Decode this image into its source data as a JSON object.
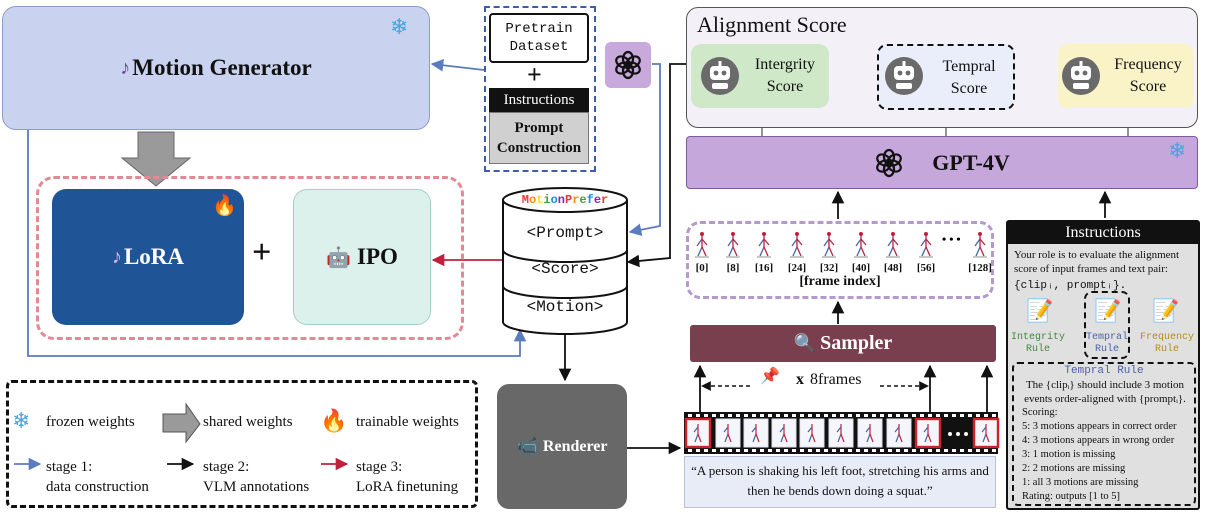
{
  "motion_generator": {
    "label": "Motion Generator"
  },
  "lora": {
    "label": "LoRA"
  },
  "ipo": {
    "label": "IPO"
  },
  "plus": "+",
  "pretrain": {
    "line1": "Pretrain",
    "line2": "Dataset"
  },
  "instructions_small": {
    "header": "Instructions",
    "body_line1": "Prompt",
    "body_line2": "Construction"
  },
  "database": {
    "title": "MotionPrefer",
    "title_letters": [
      "M",
      "o",
      "t",
      "i",
      "o",
      "n",
      "P",
      "r",
      "e",
      "f",
      "e",
      "r"
    ],
    "title_colors": [
      "#e53935",
      "#fb8c00",
      "#fdd835",
      "#43a047",
      "#1e88e5",
      "#8e24aa",
      "#e53935",
      "#fb8c00",
      "#43a047",
      "#1e88e5",
      "#8e24aa",
      "#e53935"
    ],
    "rows": [
      "<Prompt>",
      "<Score>",
      "<Motion>"
    ]
  },
  "alignment_score": {
    "title": "Alignment Score",
    "scores": [
      {
        "line1": "Intergrity",
        "line2": "Score"
      },
      {
        "line1": "Tempral",
        "line2": "Score"
      },
      {
        "line1": "Frequency",
        "line2": "Score"
      }
    ]
  },
  "gpt4v": {
    "label": "GPT-4V"
  },
  "frames": {
    "indices": [
      "[0]",
      "[8]",
      "[16]",
      "[24]",
      "[32]",
      "[40]",
      "[48]",
      "[56]",
      "[128]"
    ],
    "ellipsis": "• • •",
    "caption": "[frame index]"
  },
  "sampler": {
    "label": "Sampler"
  },
  "sample_count": {
    "x": "x",
    "label": "8frames"
  },
  "renderer": {
    "label": "Renderer"
  },
  "caption": {
    "text": "“A person is shaking his left foot, stretching his arms and then he bends down doing a squat.”"
  },
  "legend": {
    "frozen": "frozen weights",
    "shared": "shared weights",
    "trainable": "trainable weights",
    "stage1_line1": "stage 1:",
    "stage1_line2": "data construction",
    "stage2_line1": "stage 2:",
    "stage2_line2": "VLM annotations",
    "stage3_line1": "stage 3:",
    "stage3_line2": "LoRA finetuning"
  },
  "instructions_panel": {
    "header": "Instructions",
    "text": "Your role is to evaluate the alignment score of input frames and text pair:",
    "format": "{clipᵢ, promptᵢ}.",
    "rules": [
      {
        "line1": "Integrity",
        "line2": "Rule",
        "color": "#3f8a3a"
      },
      {
        "line1": "Tempral",
        "line2": "Rule",
        "color": "#4a63a8"
      },
      {
        "line1": "Frequency",
        "line2": "Rule",
        "color": "#b98a1e"
      }
    ],
    "rule_title": "Tempral Rule",
    "rule_desc": "The {clipᵢ} should include 3 motion events order-aligned with {promptᵢ}.",
    "scoring_label": "Scoring:",
    "scoring": [
      "5: 3 motions appears in correct order",
      "4: 3 motions appears in wrong order",
      "3: 1 motion is missing",
      "2: 2 motions are missing",
      "1: all 3 motions are missing"
    ],
    "rating": "Rating: outputs [1 to 5]"
  },
  "colors": {
    "stage1": "#5b7bbf",
    "stage2": "#111111",
    "stage3": "#c0203c"
  }
}
